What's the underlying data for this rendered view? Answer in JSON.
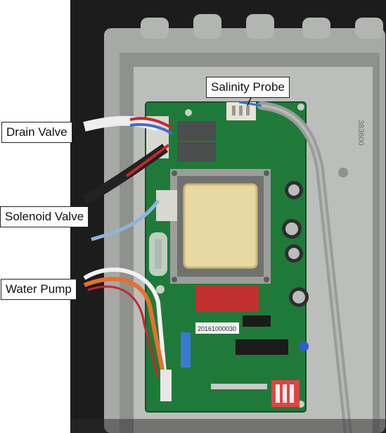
{
  "labels": {
    "salinity_probe": "Salinity Probe",
    "drain_valve": "Drain Valve",
    "solenoid_valve": "Solenoid Valve",
    "water_pump": "Water Pump"
  },
  "board_markings": {
    "serial": "20161000030",
    "housing_code": "383600"
  },
  "colors": {
    "enclosure": "#a7a9a6",
    "pcb": "#1f7a3a",
    "transformer_core": "#e8d8a2",
    "wire_red": "#c8262a",
    "wire_blue": "#3a6fd0",
    "wire_white": "#f2f2f2",
    "wire_orange": "#e8702a",
    "cable_gray": "#9a9c9a",
    "dip_switch": "#e04444"
  }
}
